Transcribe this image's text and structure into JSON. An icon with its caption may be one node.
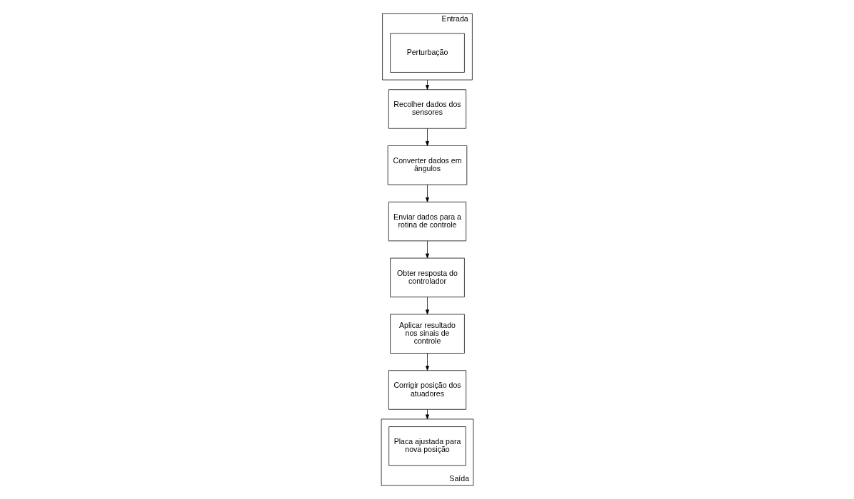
{
  "diagram": {
    "nodes": [
      {
        "text": [
          "Entrada"
        ]
      },
      {
        "text": [
          "Perturbação"
        ],
        "in": 0
      },
      {
        "text": [
          "Recolher dados dos sensores"
        ]
      },
      {
        "text": [
          "Converter dados em ângulos"
        ]
      },
      {
        "text": [
          "Enviar dados para a rotina de controle"
        ]
      },
      {
        "text": [
          "Obter resposta do controlador"
        ]
      },
      {
        "text": [
          "Aplicar resultado nos sinais de controle"
        ]
      },
      {
        "text": [
          "Corrigir posição dos atuadores"
        ]
      },
      {
        "text": [
          "Saída"
        ]
      },
      {
        "text": [
          "Placa ajustada para nova posição"
        ],
        "in": 8
      }
    ],
    "edges": [
      {
        "from": 0,
        "to": 2,
        "arrow": "to"
      },
      {
        "from": 2,
        "to": 3,
        "arrow": "to"
      },
      {
        "from": 3,
        "to": 4,
        "arrow": "to"
      },
      {
        "from": 4,
        "to": 5,
        "arrow": "to"
      },
      {
        "from": 5,
        "to": 6,
        "arrow": "to"
      },
      {
        "from": 6,
        "to": 7,
        "arrow": "to"
      },
      {
        "from": 7,
        "to": 8,
        "arrow": "to"
      }
    ]
  }
}
